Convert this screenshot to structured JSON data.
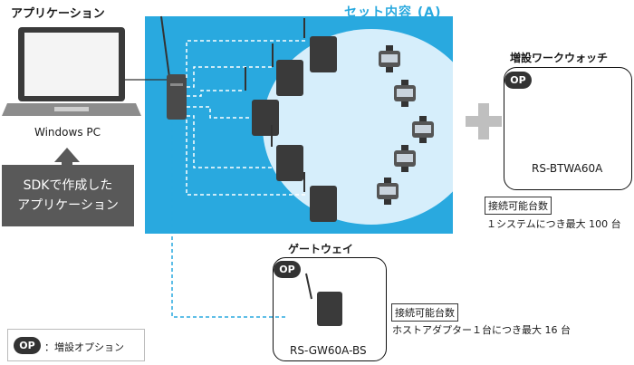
{
  "app_label": "アプリケーション",
  "pc_label": "Windows PC",
  "sdk_line1": "SDKで作成した",
  "sdk_line2": "アプリケーション",
  "set_title": "セット内容 (A)",
  "extra_watch": {
    "heading": "増設ワークウォッチ",
    "badge": "OP",
    "model": "RS-BTWA60A",
    "capacity_label": "接続可能台数",
    "capacity_text": "１システムにつき最大 100 台"
  },
  "gateway": {
    "heading": "ゲートウェイ",
    "badge": "OP",
    "model": "RS-GW60A-BS",
    "capacity_label": "接続可能台数",
    "capacity_text": "ホストアダプター１台につき最大 16 台"
  },
  "legend": {
    "badge": "OP",
    "text": "：増設オプション"
  },
  "colors": {
    "panel_blue": "#29a9df",
    "circle_light": "#d6eefb",
    "device_dark": "#3a3a3a",
    "badge_dark": "#333333",
    "sdk_gray": "#595959",
    "plus_gray": "#bfbfbf"
  }
}
